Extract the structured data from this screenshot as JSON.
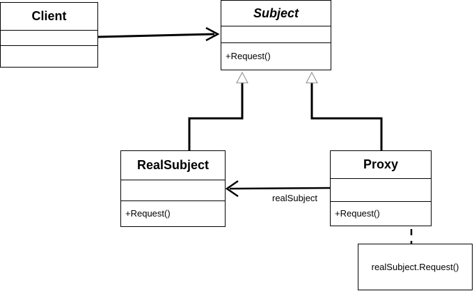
{
  "classes": {
    "client": {
      "name": "Client"
    },
    "subject": {
      "name": "Subject",
      "method": "+Request()"
    },
    "real_subject": {
      "name": "RealSubject",
      "method": "+Request()"
    },
    "proxy": {
      "name": "Proxy",
      "method": "+Request()"
    }
  },
  "association_label": "realSubject",
  "note_text": "realSubject.Request()"
}
